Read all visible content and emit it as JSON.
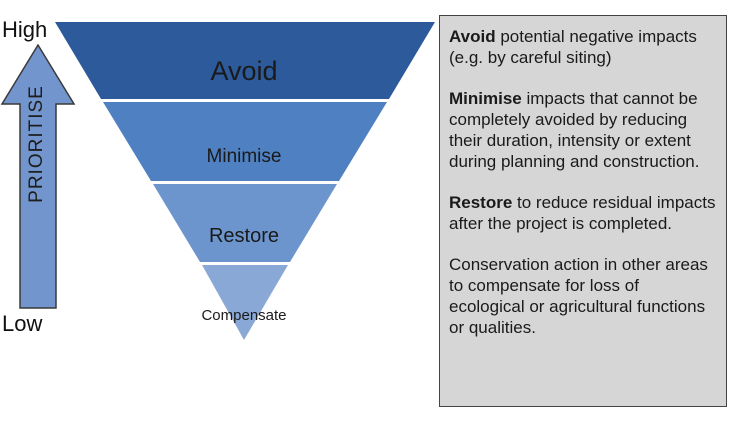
{
  "axis": {
    "high": "High",
    "low": "Low",
    "arrow_label": "PRIORITISE"
  },
  "pyramid": {
    "levels": [
      {
        "label": "Avoid",
        "color": "#2c5a9a"
      },
      {
        "label": "Minimise",
        "color": "#4e80c2"
      },
      {
        "label": "Restore",
        "color": "#6c95ce"
      },
      {
        "label": "Compensate",
        "color": "#8aa8d6"
      }
    ]
  },
  "colors": {
    "arrow_fill": "#7395cd",
    "arrow_stroke": "#3a3a3a",
    "textbox_bg": "#d6d6d6"
  },
  "description": {
    "avoid": {
      "term": "Avoid",
      "text": " potential negative impacts (e.g. by careful siting)"
    },
    "minimise": {
      "term": "Minimise",
      "text": " impacts that cannot be completely avoided by reducing their duration, intensity or extent during planning and construction."
    },
    "restore": {
      "term": "Restore",
      "text": " to reduce residual impacts after the project is completed."
    },
    "compensate": {
      "text": "Conservation action in other areas to compensate for loss of ecological or agricultural functions or qualities."
    }
  }
}
